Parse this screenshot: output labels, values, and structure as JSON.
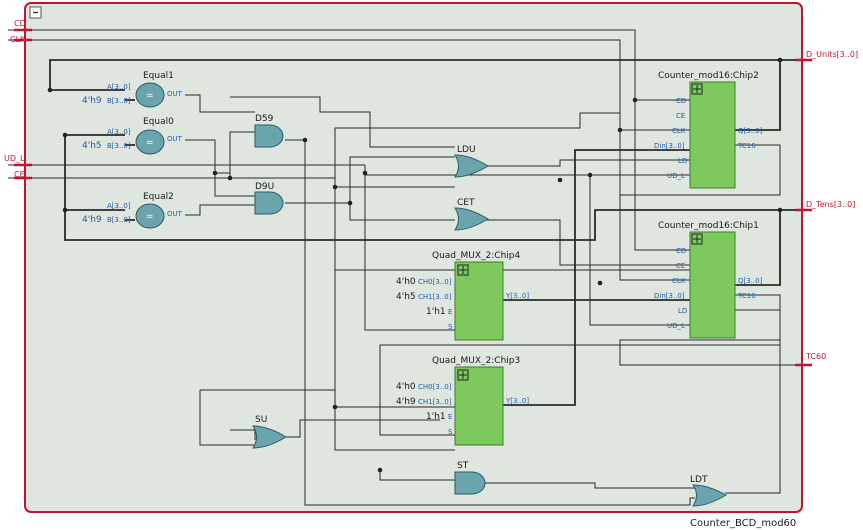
{
  "title": "Counter_BCD_mod60",
  "inputs": [
    "CD",
    "CLK",
    "UD_L",
    "CE"
  ],
  "outputs": [
    "D_Units[3..0]",
    "D_Tens[3..0]",
    "TC60"
  ],
  "comparators": [
    {
      "name": "Equal1",
      "a": "A[3..0]",
      "b_const": "4'h9",
      "b": "B[3..0]",
      "op": "=",
      "out": "OUT"
    },
    {
      "name": "Equal0",
      "a": "A[3..0]",
      "b_const": "4'h5",
      "b": "B[3..0]",
      "op": "=",
      "out": "OUT"
    },
    {
      "name": "Equal2",
      "a": "A[3..0]",
      "b_const": "4'h9",
      "b": "B[3..0]",
      "op": "=",
      "out": "OUT"
    }
  ],
  "gates": {
    "and": [
      "D59",
      "D9U",
      "ST"
    ],
    "or": [
      "LDU",
      "CET",
      "SU",
      "LDT"
    ]
  },
  "counters": [
    {
      "name": "Counter_mod16:Chip2",
      "left_ports": [
        "CD",
        "CE",
        "CLK",
        "Din[3..0]",
        "LD",
        "UD_L"
      ],
      "right_ports": [
        "Q[3..0]",
        "TC16"
      ]
    },
    {
      "name": "Counter_mod16:Chip1",
      "left_ports": [
        "CD",
        "CE",
        "CLK",
        "Din[3..0]",
        "LD",
        "UD_L"
      ],
      "right_ports": [
        "Q[3..0]",
        "TC16"
      ]
    }
  ],
  "muxes": [
    {
      "name": "Quad_MUX_2:Chip4",
      "consts": [
        "4'h0",
        "4'h5",
        "1'h1"
      ],
      "ports": [
        "CH0[3..0]",
        "CH1[3..0]",
        "E",
        "S"
      ],
      "out": "Y[3..0]"
    },
    {
      "name": "Quad_MUX_2:Chip3",
      "consts": [
        "4'h0",
        "4'h9",
        "1'h1"
      ],
      "ports": [
        "CH0[3..0]",
        "CH1[3..0]",
        "E",
        "S"
      ],
      "out": "Y[3..0]"
    }
  ],
  "colors": {
    "frame_border": "#c0152f",
    "frame_fill": "#dfe6e0",
    "block_fill": "#7dc95e",
    "gate_fill": "#6aa4ad",
    "text_blue": "#1f5ea8",
    "wire": "#2a2a2a"
  }
}
